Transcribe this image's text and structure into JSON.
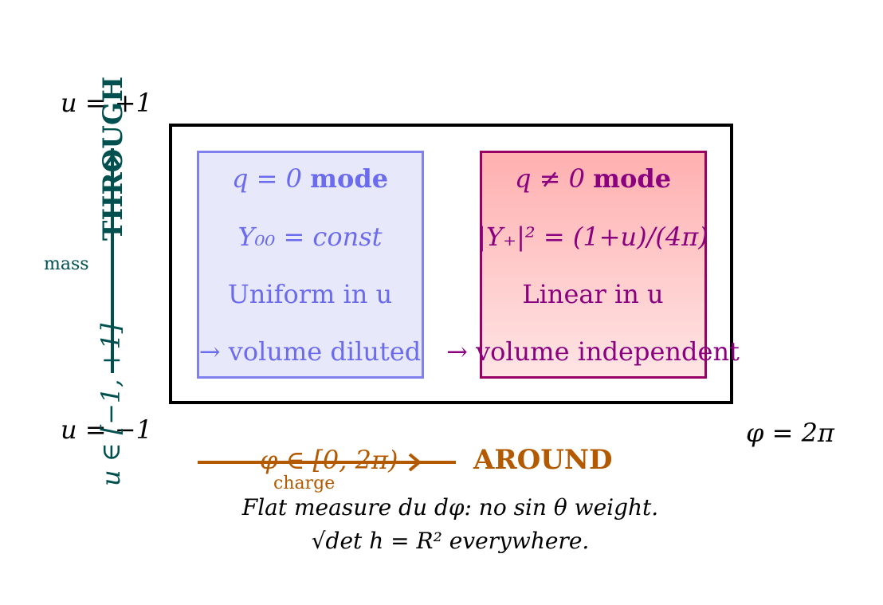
{
  "corners": {
    "u_top": "u = +1",
    "u_bottom": "u = −1",
    "phi_end": "φ = 2π"
  },
  "left_box": {
    "title_math": "q = 0",
    "title_word": "mode",
    "line1": "Y₀₀ = const",
    "line2": "Uniform in u",
    "line3": "→ volume diluted"
  },
  "right_box": {
    "title_math": "q ≠ 0",
    "title_word": "mode",
    "line1": "|Y₊|² = (1+u)/(4π)",
    "line2": "Linear in u",
    "line3": "→ volume independent"
  },
  "horizontal_axis": {
    "label": "AROUND",
    "range": "φ ∈ [0, 2π)",
    "sublabel": "charge"
  },
  "vertical_axis": {
    "label": "THROUGH",
    "range": "u ∈ [−1, +1]",
    "sublabel": "mass"
  },
  "caption": {
    "line1": "Flat measure du dφ: no sin θ weight.",
    "line2": "√det h  =  R² everywhere."
  },
  "colors": {
    "left_accent": "#6b6bee",
    "right_accent": "#8b007f",
    "around": "#b35900",
    "through": "#005050"
  }
}
